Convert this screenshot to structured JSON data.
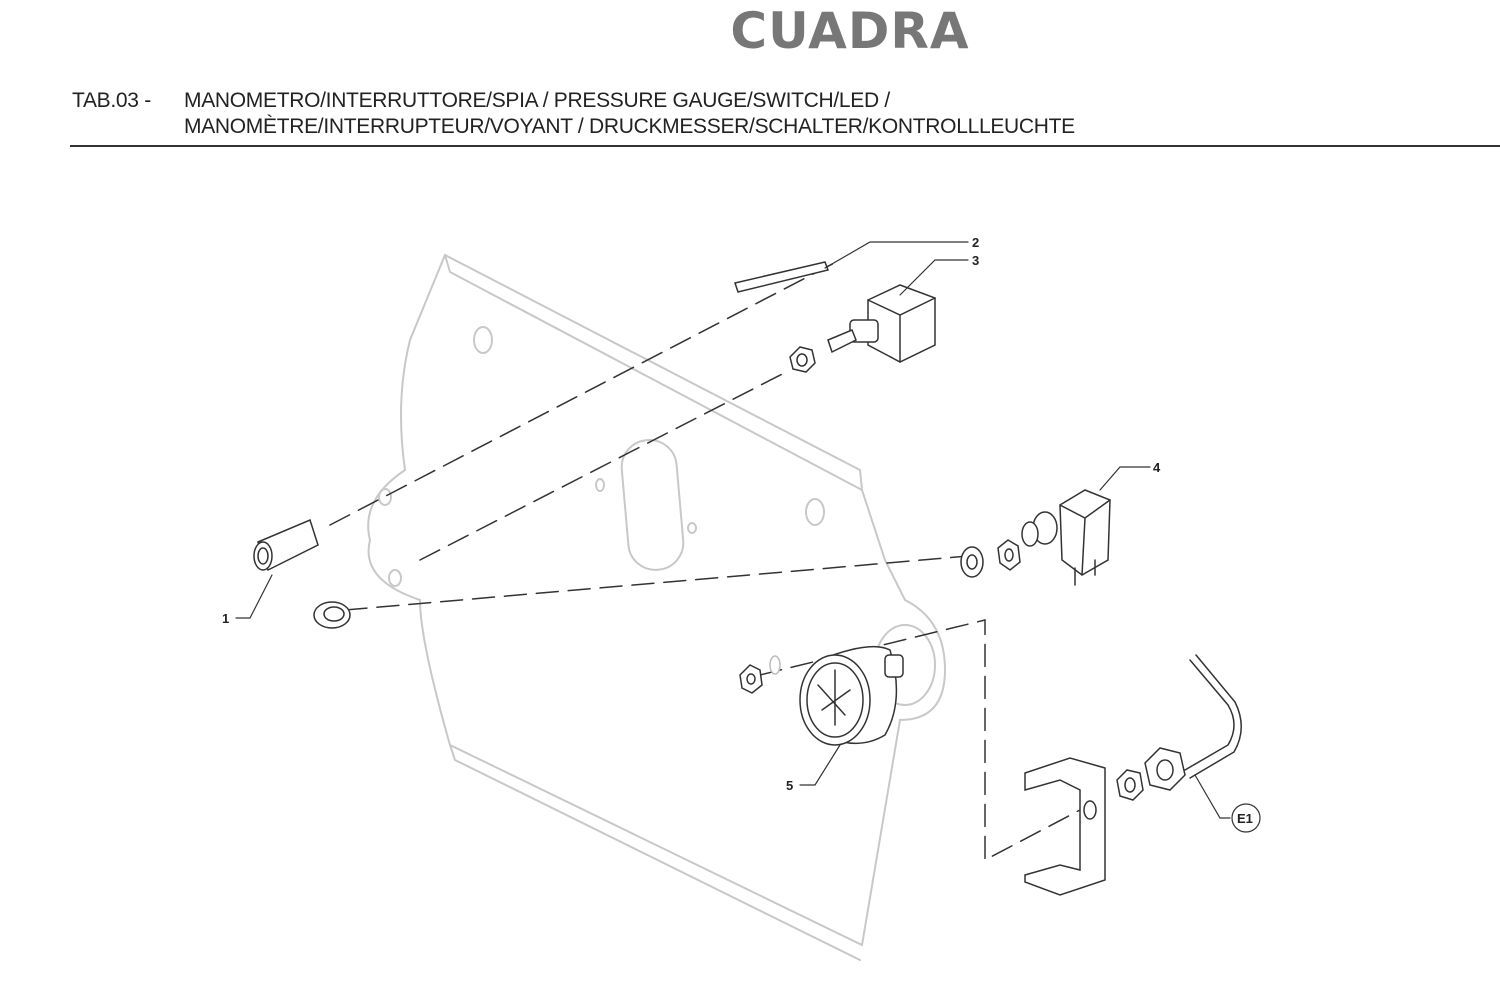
{
  "header": {
    "brand": "CUADRA",
    "table_code": "TAB.03 -",
    "title_line1": "MANOMETRO/INTERRUTTORE/SPIA / PRESSURE GAUGE/SWITCH/LED /",
    "title_line2": "MANOMÈTRE/INTERRUPTEUR/VOYANT / DRUCKMESSER/SCHALTER/KONTROLLLEUCHTE"
  },
  "diagram": {
    "callouts": [
      "1",
      "2",
      "3",
      "4",
      "5",
      "E1"
    ]
  }
}
